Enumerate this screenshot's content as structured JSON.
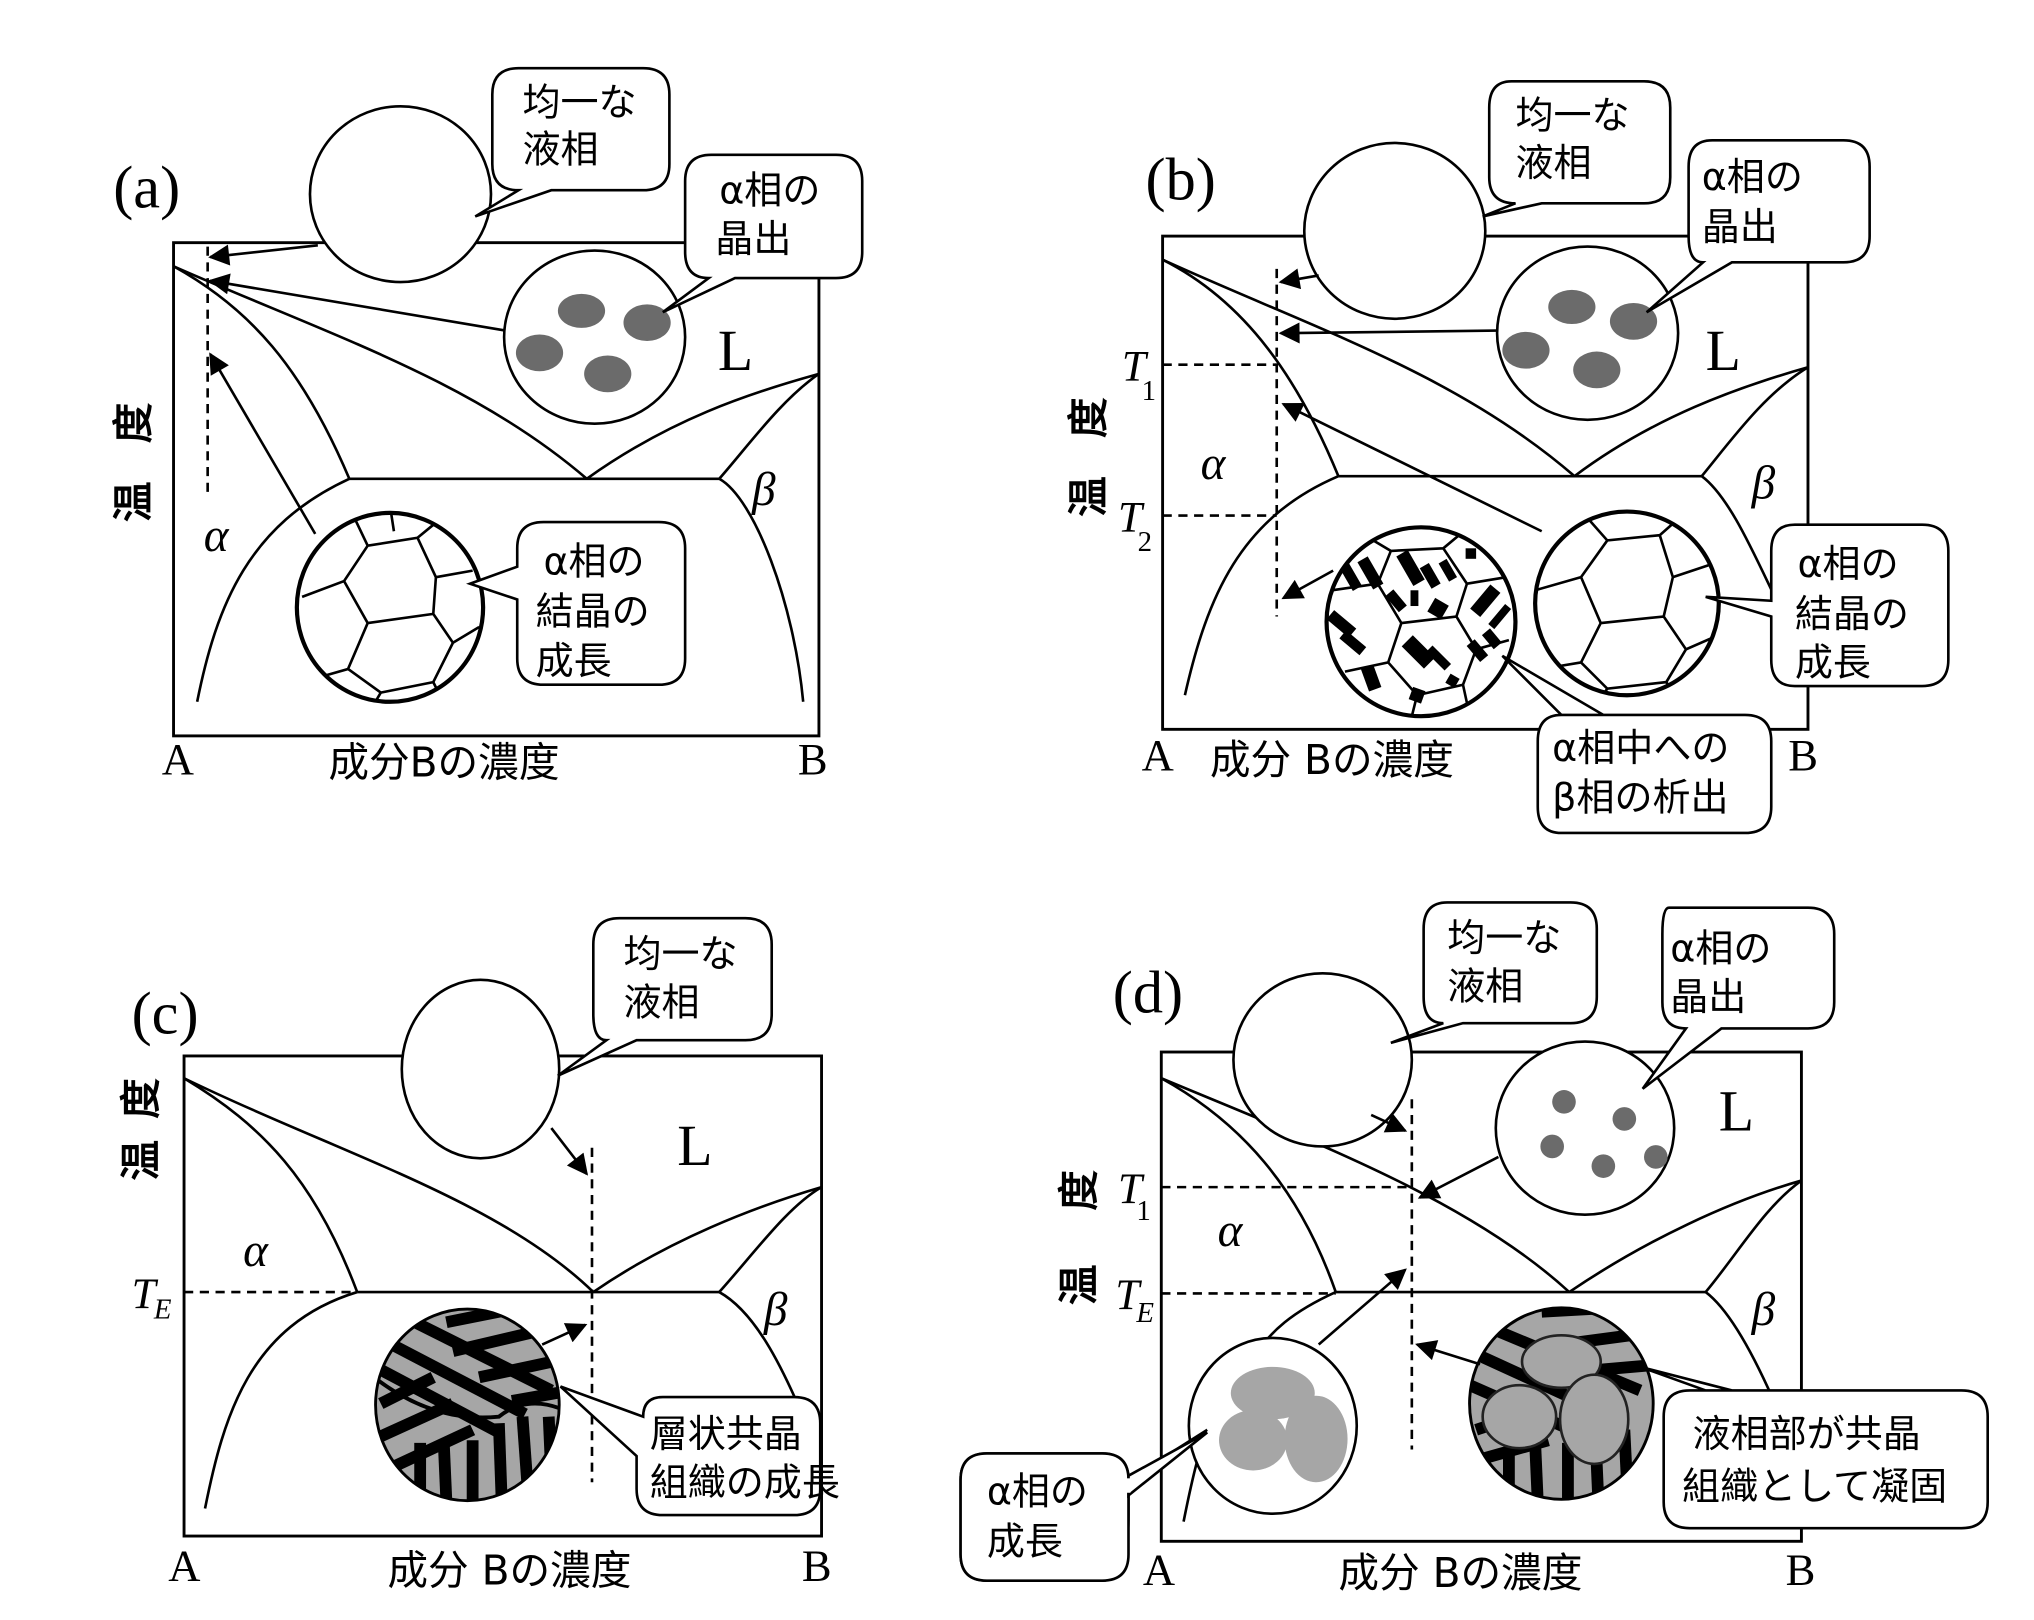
{
  "figure": {
    "description": "Binary eutectic phase diagram solidification sequences",
    "panels": [
      {
        "id": "a",
        "label": "(a)",
        "x_left": "A",
        "x_right": "B",
        "x_axis": "成分Bの濃度",
        "y_axis": [
          "温",
          "度"
        ],
        "phase_L": "L",
        "phase_alpha": "α",
        "phase_beta": "β",
        "callouts": [
          {
            "lines": [
              "均一な",
              "液相"
            ]
          },
          {
            "lines": [
              "α相の",
              "晶出"
            ]
          },
          {
            "lines": [
              "α相の",
              "結晶の",
              "成長"
            ]
          }
        ]
      },
      {
        "id": "b",
        "label": "(b)",
        "x_left": "A",
        "x_right": "B",
        "x_axis": "成分 Bの濃度",
        "y_axis": [
          "温",
          "度"
        ],
        "phase_L": "L",
        "phase_alpha": "α",
        "phase_beta": "β",
        "temps": [
          {
            "T": "T",
            "sub": "1"
          },
          {
            "T": "T",
            "sub": "2"
          }
        ],
        "callouts": [
          {
            "lines": [
              "均一な",
              "液相"
            ]
          },
          {
            "lines": [
              "α相の",
              "晶出"
            ]
          },
          {
            "lines": [
              "α相の",
              "結晶の",
              "成長"
            ]
          },
          {
            "lines": [
              "α相中への",
              "β相の析出"
            ]
          }
        ]
      },
      {
        "id": "c",
        "label": "(c)",
        "x_left": "A",
        "x_right": "B",
        "x_axis": "成分 Bの濃度",
        "y_axis": [
          "温",
          "度"
        ],
        "phase_L": "L",
        "phase_alpha": "α",
        "phase_beta": "β",
        "temps": [
          {
            "T": "T",
            "sub": "E"
          }
        ],
        "callouts": [
          {
            "lines": [
              "均一な",
              "液相"
            ]
          },
          {
            "lines": [
              "層状共晶",
              "組織の成長"
            ]
          }
        ]
      },
      {
        "id": "d",
        "label": "(d)",
        "x_left": "A",
        "x_right": "B",
        "x_axis": "成分 Bの濃度",
        "y_axis": [
          "温",
          "度"
        ],
        "phase_L": "L",
        "phase_alpha": "α",
        "phase_beta": "β",
        "temps": [
          {
            "T": "T",
            "sub": "1"
          },
          {
            "T": "T",
            "sub": "E"
          }
        ],
        "callouts": [
          {
            "lines": [
              "均一な",
              "液相"
            ]
          },
          {
            "lines": [
              "α相の",
              "晶出"
            ]
          },
          {
            "lines": [
              "α相の",
              "成長"
            ]
          },
          {
            "lines": [
              "液相部が共晶",
              "組織として凝固"
            ]
          }
        ]
      }
    ],
    "colors": {
      "line": "#000000",
      "primary_crystal_dark": "#6b6b6b",
      "eutectic_light": "#a6a6a6",
      "background": "#ffffff"
    }
  }
}
